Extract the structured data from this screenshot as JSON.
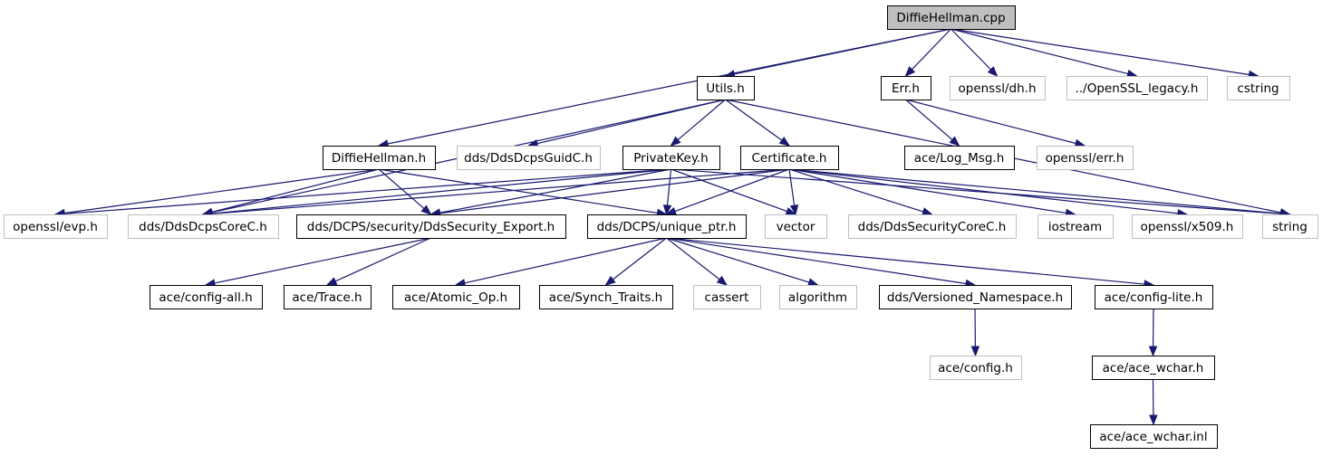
{
  "colors": {
    "edge": "#191970",
    "documented_border": "#000000",
    "undocumented_border": "#bfbfbf",
    "root_fill": "#bfbfbf",
    "node_fill": "#ffffff",
    "text": "#000000"
  },
  "nodes": [
    {
      "id": "root",
      "label": "DiffieHellman.cpp",
      "kind": "root"
    },
    {
      "id": "utils",
      "label": "Utils.h",
      "kind": "documented"
    },
    {
      "id": "err",
      "label": "Err.h",
      "kind": "documented"
    },
    {
      "id": "dh",
      "label": "openssl/dh.h",
      "kind": "external"
    },
    {
      "id": "legacy",
      "label": "../OpenSSL_legacy.h",
      "kind": "external"
    },
    {
      "id": "cstring",
      "label": "cstring",
      "kind": "external"
    },
    {
      "id": "diffieh",
      "label": "DiffieHellman.h",
      "kind": "documented"
    },
    {
      "id": "guidc",
      "label": "dds/DdsDcpsGuidC.h",
      "kind": "external"
    },
    {
      "id": "privkey",
      "label": "PrivateKey.h",
      "kind": "documented"
    },
    {
      "id": "cert",
      "label": "Certificate.h",
      "kind": "documented"
    },
    {
      "id": "logmsg",
      "label": "ace/Log_Msg.h",
      "kind": "documented"
    },
    {
      "id": "errh",
      "label": "openssl/err.h",
      "kind": "external"
    },
    {
      "id": "evp",
      "label": "openssl/evp.h",
      "kind": "external"
    },
    {
      "id": "corec",
      "label": "dds/DdsDcpsCoreC.h",
      "kind": "external"
    },
    {
      "id": "secexp",
      "label": "dds/DCPS/security/DdsSecurity_Export.h",
      "kind": "documented"
    },
    {
      "id": "uptr",
      "label": "dds/DCPS/unique_ptr.h",
      "kind": "documented"
    },
    {
      "id": "vector",
      "label": "vector",
      "kind": "external"
    },
    {
      "id": "seccore",
      "label": "dds/DdsSecurityCoreC.h",
      "kind": "external"
    },
    {
      "id": "iostream",
      "label": "iostream",
      "kind": "external"
    },
    {
      "id": "x509",
      "label": "openssl/x509.h",
      "kind": "external"
    },
    {
      "id": "string",
      "label": "string",
      "kind": "external"
    },
    {
      "id": "cfgall",
      "label": "ace/config-all.h",
      "kind": "documented"
    },
    {
      "id": "trace",
      "label": "ace/Trace.h",
      "kind": "documented"
    },
    {
      "id": "atomic",
      "label": "ace/Atomic_Op.h",
      "kind": "documented"
    },
    {
      "id": "synch",
      "label": "ace/Synch_Traits.h",
      "kind": "documented"
    },
    {
      "id": "cassert",
      "label": "cassert",
      "kind": "external"
    },
    {
      "id": "algorithm",
      "label": "algorithm",
      "kind": "external"
    },
    {
      "id": "vns",
      "label": "dds/Versioned_Namespace.h",
      "kind": "documented"
    },
    {
      "id": "cfglite",
      "label": "ace/config-lite.h",
      "kind": "documented"
    },
    {
      "id": "cfg",
      "label": "ace/config.h",
      "kind": "external"
    },
    {
      "id": "wchar",
      "label": "ace/ace_wchar.h",
      "kind": "documented"
    },
    {
      "id": "wcharinl",
      "label": "ace/ace_wchar.inl",
      "kind": "documented"
    }
  ],
  "edges": [
    [
      "root",
      "utils"
    ],
    [
      "root",
      "err"
    ],
    [
      "root",
      "dh"
    ],
    [
      "root",
      "legacy"
    ],
    [
      "root",
      "cstring"
    ],
    [
      "root",
      "diffieh"
    ],
    [
      "utils",
      "guidc"
    ],
    [
      "utils",
      "privkey"
    ],
    [
      "utils",
      "cert"
    ],
    [
      "utils",
      "corec"
    ],
    [
      "utils",
      "string"
    ],
    [
      "err",
      "logmsg"
    ],
    [
      "err",
      "errh"
    ],
    [
      "diffieh",
      "evp"
    ],
    [
      "diffieh",
      "corec"
    ],
    [
      "diffieh",
      "secexp"
    ],
    [
      "diffieh",
      "uptr"
    ],
    [
      "privkey",
      "evp"
    ],
    [
      "privkey",
      "corec"
    ],
    [
      "privkey",
      "secexp"
    ],
    [
      "privkey",
      "uptr"
    ],
    [
      "privkey",
      "vector"
    ],
    [
      "privkey",
      "string"
    ],
    [
      "cert",
      "corec"
    ],
    [
      "cert",
      "secexp"
    ],
    [
      "cert",
      "uptr"
    ],
    [
      "cert",
      "vector"
    ],
    [
      "cert",
      "seccore"
    ],
    [
      "cert",
      "iostream"
    ],
    [
      "cert",
      "x509"
    ],
    [
      "cert",
      "string"
    ],
    [
      "secexp",
      "cfgall"
    ],
    [
      "secexp",
      "trace"
    ],
    [
      "uptr",
      "atomic"
    ],
    [
      "uptr",
      "synch"
    ],
    [
      "uptr",
      "cassert"
    ],
    [
      "uptr",
      "algorithm"
    ],
    [
      "uptr",
      "vns"
    ],
    [
      "uptr",
      "cfglite"
    ],
    [
      "vns",
      "cfg"
    ],
    [
      "cfglite",
      "wchar"
    ],
    [
      "wchar",
      "wcharinl"
    ]
  ]
}
